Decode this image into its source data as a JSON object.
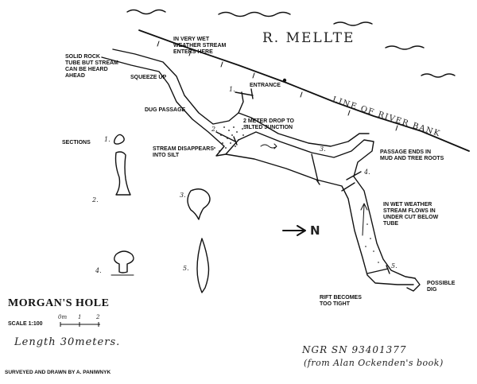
{
  "river": {
    "name": "R. MELLTE",
    "bank_label": "LINE OF RIVER BANK"
  },
  "labels": {
    "solid_rock": "SOLID ROCK\nTUBE BUT STREAM\nCAN BE HEARD\nAHEAD",
    "wet_weather_enters": "IN VERY WET\nWEATHER STREAM\nENTERS HERE",
    "squeeze_up": "SQUEEZE UP",
    "entrance": "ENTRANCE",
    "dug_passage": "DUG PASSAGE",
    "drop": "2 METER DROP TO\nSILTED JUNCTION",
    "sections": "SECTIONS",
    "stream_disappears": "STREAM DISAPPEARS\nINTO SILT",
    "passage_ends": "PASSAGE ENDS IN\nMUD AND TREE ROOTS",
    "wet_weather_flows": "IN WET WEATHER\nSTREAM FLOWS IN\nUNDER CUT BELOW\nTUBE",
    "possible_dig": "POSSIBLE\nDIG",
    "rift": "RIFT BECOMES\nTOO TIGHT"
  },
  "north": "N",
  "station_numbers": [
    "1.",
    "2.",
    "3.",
    "4.",
    "5."
  ],
  "title": "MORGAN'S HOLE",
  "scale": {
    "label": "SCALE 1:100",
    "ticks": [
      "0m",
      "1",
      "2"
    ]
  },
  "length": "Length 30meters.",
  "ngr": "NGR SN 93401377",
  "source": "(from Alan Ockenden's book)",
  "credit": "SURVEYED AND DRAWN BY A. PANIWNYK"
}
